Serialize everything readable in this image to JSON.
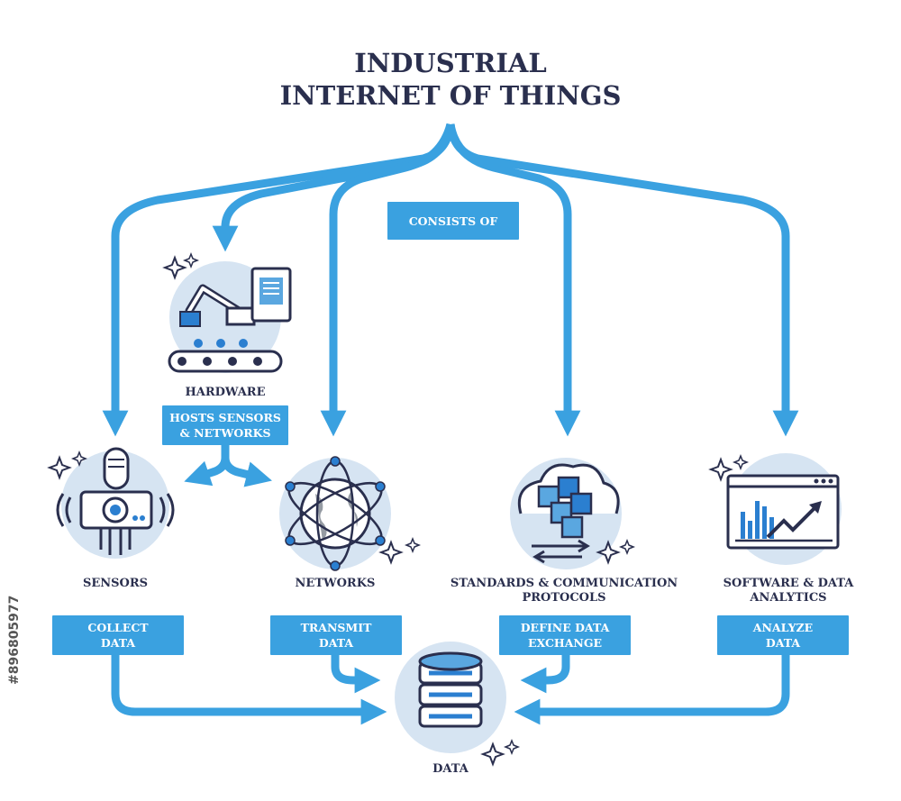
{
  "title": {
    "line1": "INDUSTRIAL",
    "line2": "INTERNET OF THINGS"
  },
  "hub_label": "CONSISTS OF",
  "hardware": {
    "label": "HARDWARE",
    "box_line1": "HOSTS SENSORS",
    "box_line2": "& NETWORKS"
  },
  "components": [
    {
      "label_line1": "SENSORS",
      "label_line2": "",
      "box_line1": "COLLECT",
      "box_line2": "DATA",
      "icon": "sensor-icon"
    },
    {
      "label_line1": "NETWORKS",
      "label_line2": "",
      "box_line1": "TRANSMIT",
      "box_line2": "DATA",
      "icon": "globe-network-icon"
    },
    {
      "label_line1": "STANDARDS & COMMUNICATION",
      "label_line2": "PROTOCOLS",
      "box_line1": "DEFINE DATA",
      "box_line2": "EXCHANGE",
      "icon": "cubes-cloud-icon"
    },
    {
      "label_line1": "SOFTWARE & DATA",
      "label_line2": "ANALYTICS",
      "box_line1": "ANALYZE",
      "box_line2": "DATA",
      "icon": "analytics-chart-icon"
    }
  ],
  "data_node": {
    "label": "DATA",
    "icon": "database-icon"
  },
  "watermark_id": "#896805977",
  "colors": {
    "arrow": "#3aa1e0",
    "box": "#3aa1e0",
    "circle": "#d6e4f2",
    "ink": "#2a2f4e",
    "accent": "#2b7fd0"
  }
}
